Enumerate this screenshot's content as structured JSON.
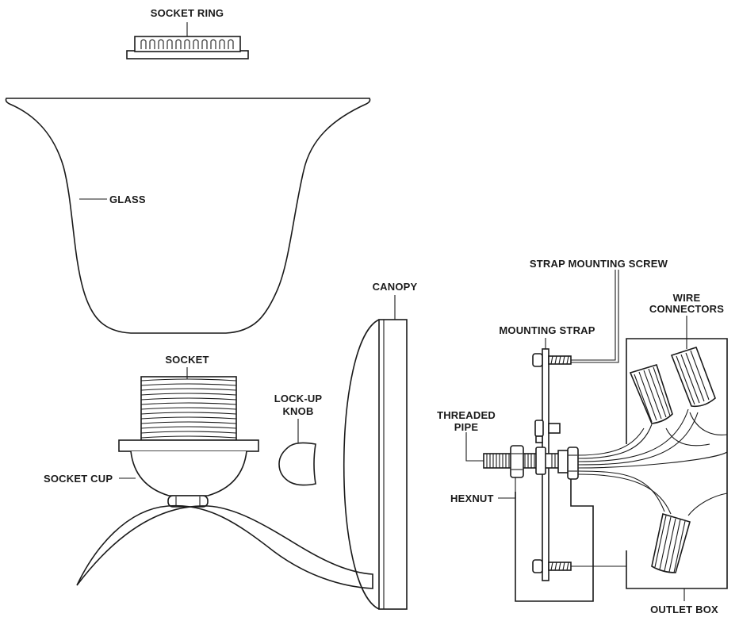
{
  "labels": {
    "socket_ring": "SOCKET RING",
    "glass": "GLASS",
    "canopy": "CANOPY",
    "socket": "SOCKET",
    "lock_up_1": "LOCK-UP",
    "lock_up_2": "KNOB",
    "socket_cup": "SOCKET CUP",
    "strap_mounting_screw": "STRAP MOUNTING SCREW",
    "wire_1": "WIRE",
    "wire_2": "CONNECTORS",
    "mounting_strap": "MOUNTING STRAP",
    "threaded_1": "THREADED",
    "threaded_2": "PIPE",
    "hexnut": "HEXNUT",
    "outlet_box": "OUTLET BOX"
  }
}
